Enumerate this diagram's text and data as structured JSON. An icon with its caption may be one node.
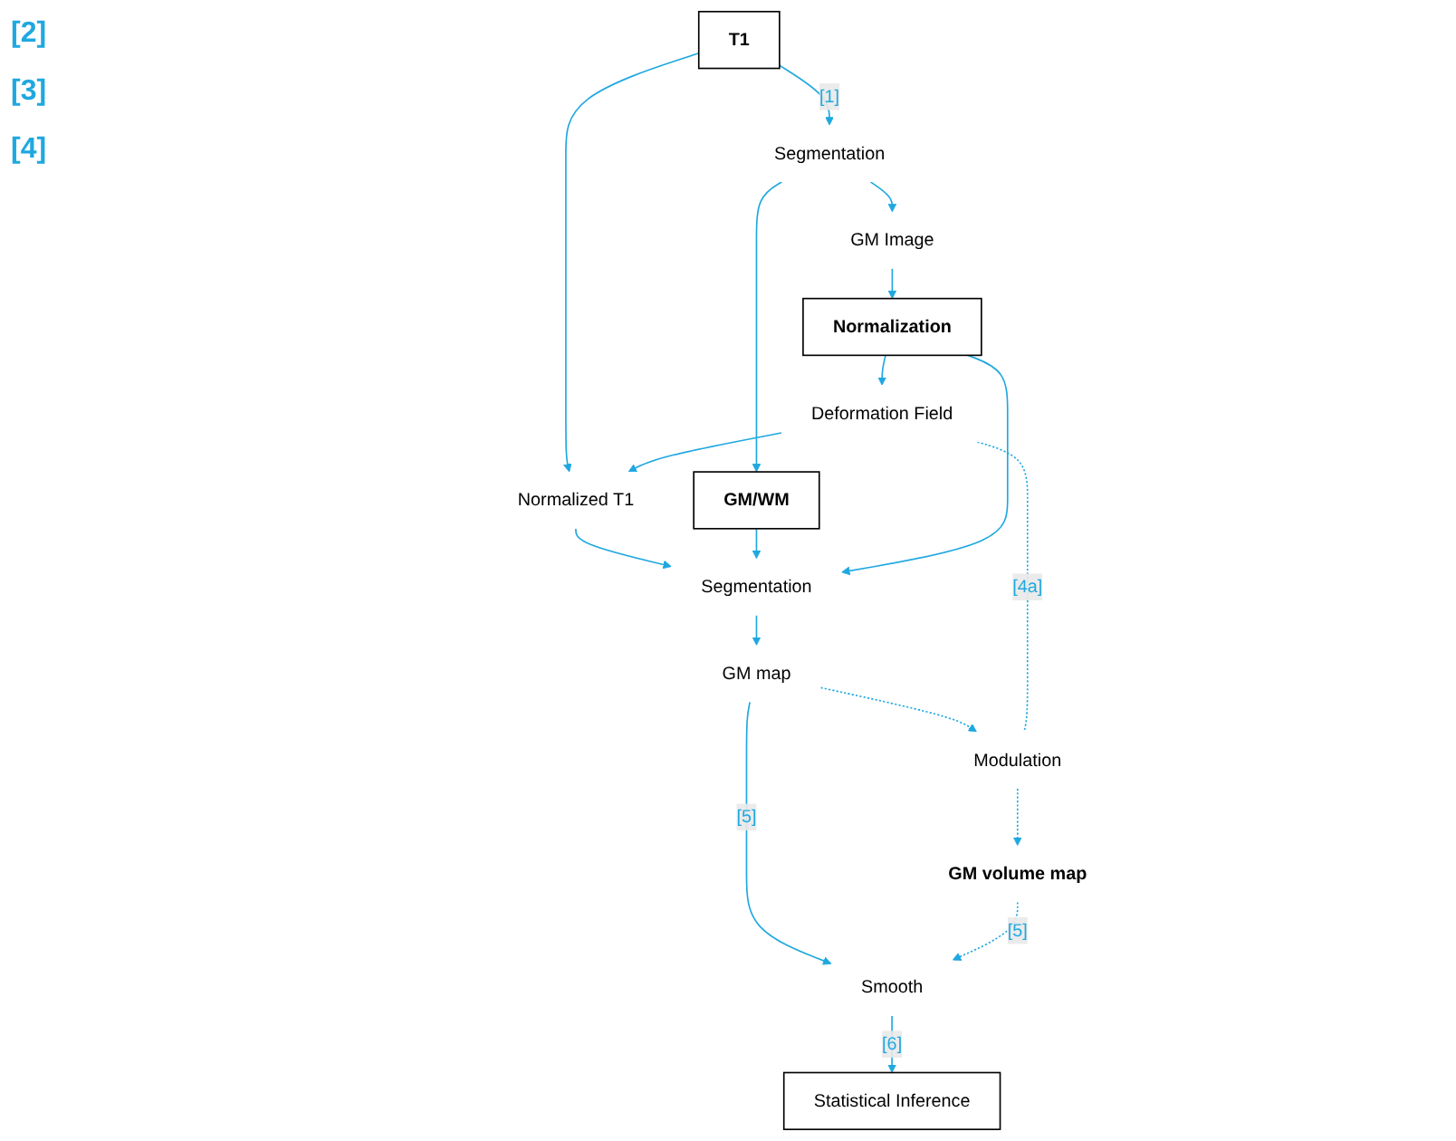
{
  "diagram": {
    "nodes": [
      {
        "text": [
          "T1"
        ]
      },
      {
        "text": [
          "Segmentation"
        ]
      },
      {
        "text": [
          "GM/WM"
        ]
      },
      {
        "text": [
          "GM Image"
        ]
      },
      {
        "text": [
          "Normalization"
        ]
      },
      {
        "text": [
          "Deformation Field"
        ]
      },
      {
        "text": [
          "Normalized T1"
        ]
      },
      {
        "text": [
          "Segmentation"
        ]
      },
      {
        "text": [
          "GM  map"
        ]
      },
      {
        "text": [
          "Smooth"
        ]
      },
      {
        "text": [
          "Statistical Inference"
        ]
      },
      {
        "text": [
          "Modulation"
        ]
      },
      {
        "text": [
          "GM volume map"
        ]
      }
    ],
    "edges": [
      {
        "from": 0,
        "to": 1,
        "arrow": "to",
        "label": "[1]"
      },
      {
        "from": 1,
        "to": 2,
        "arrow": "to"
      },
      {
        "from": 1,
        "to": 3,
        "arrow": "to"
      },
      {
        "from": 3,
        "to": 4,
        "arrow": "to"
      },
      {
        "from": 4,
        "to": 5,
        "arrow": "to"
      },
      {
        "from": 0,
        "to": 6,
        "arrow": "to"
      },
      {
        "from": 5,
        "to": 6,
        "arrow": "to"
      },
      {
        "from": 6,
        "to": 7,
        "arrow": "to"
      },
      {
        "from": 2,
        "to": 7,
        "arrow": "to"
      },
      {
        "from": 4,
        "to": 7,
        "arrow": "to"
      },
      {
        "from": 7,
        "to": 8,
        "arrow": "to"
      },
      {
        "from": 8,
        "to": 9,
        "arrow": "to",
        "label": "[5]"
      },
      {
        "from": 9,
        "to": 10,
        "arrow": "to",
        "label": "[6]"
      },
      {
        "from": 8,
        "to": 11,
        "arrow": "to",
        "style": "dashed"
      },
      {
        "from": 5,
        "to": 11,
        "arrow": "none",
        "style": "dashed",
        "label": "[4a]"
      },
      {
        "from": 11,
        "to": 12,
        "arrow": "to",
        "style": "dashed"
      },
      {
        "from": 12,
        "to": 9,
        "arrow": "to",
        "style": "dashed",
        "label": "[5]"
      }
    ],
    "labels": [
      "[2]",
      "[3]",
      "[4]"
    ]
  }
}
